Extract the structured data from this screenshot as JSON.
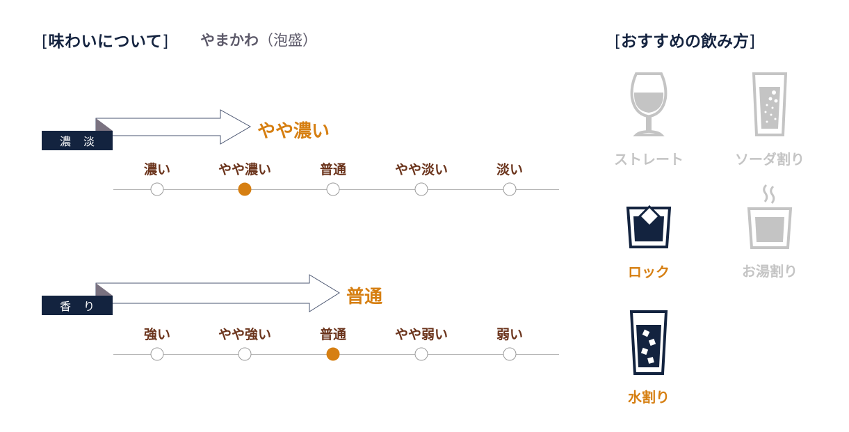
{
  "header": {
    "section_title": "味わいについて",
    "bracket_open": "[",
    "bracket_close": "]",
    "product_name": "やまかわ",
    "product_type": "（泡盛）"
  },
  "taste": [
    {
      "id": "richness",
      "label": "濃淡",
      "result": "やや濃い",
      "selected_index": 1,
      "scale": [
        "濃い",
        "やや濃い",
        "普通",
        "やや淡い",
        "淡い"
      ]
    },
    {
      "id": "aroma",
      "label": "香り",
      "result": "普通",
      "selected_index": 2,
      "scale": [
        "強い",
        "やや強い",
        "普通",
        "やや弱い",
        "弱い"
      ]
    }
  ],
  "recommend": {
    "title": "おすすめの飲み方",
    "bracket_open": "[",
    "bracket_close": "]",
    "items": [
      {
        "label": "ストレート",
        "icon": "wine-glass-icon",
        "active": false
      },
      {
        "label": "ソーダ割り",
        "icon": "soda-glass-icon",
        "active": false
      },
      {
        "label": "ロック",
        "icon": "rock-glass-icon",
        "active": true
      },
      {
        "label": "お湯割り",
        "icon": "hot-cup-icon",
        "active": false
      },
      {
        "label": "水割り",
        "icon": "water-glass-icon",
        "active": true
      }
    ]
  },
  "colors": {
    "navy": "#13233f",
    "accent": "#d67f12",
    "scale_text": "#6b341c",
    "inactive": "#c4c4c4"
  }
}
